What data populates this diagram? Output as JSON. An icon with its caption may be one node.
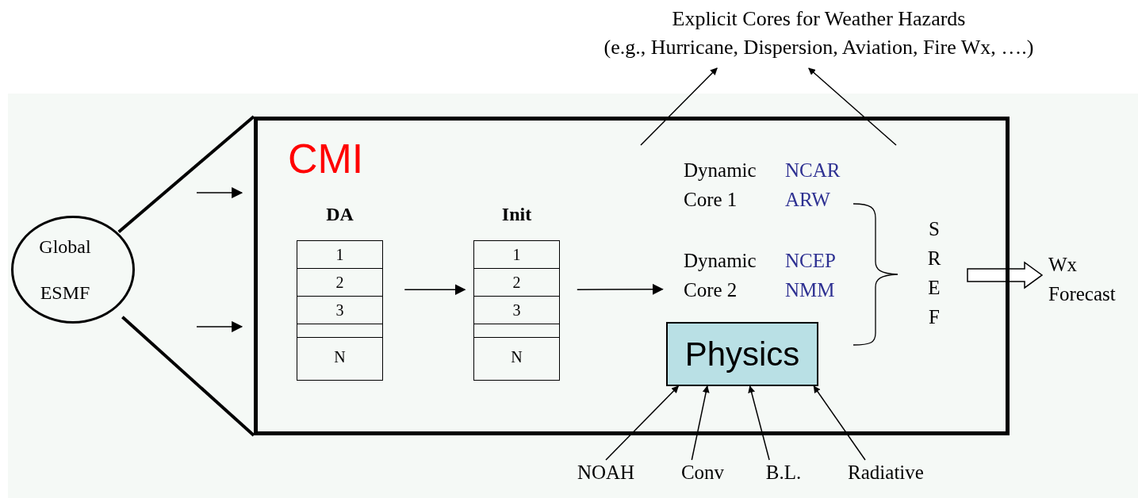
{
  "diagram": {
    "nodes": [
      {
        "text": [
          "Global",
          "ESMF"
        ]
      },
      {
        "text": [
          "CMI"
        ]
      },
      {
        "text": [
          "DA",
          "1",
          "2",
          "3",
          "N"
        ],
        "in": 1
      },
      {
        "text": [
          "Init",
          "1",
          "2",
          "3",
          "N"
        ],
        "in": 1
      },
      {
        "text": [
          "Dynamic Core 1",
          "NCAR ARW"
        ],
        "in": 1
      },
      {
        "text": [
          "Dynamic Core 2",
          "NCEP NMM"
        ],
        "in": 1
      },
      {
        "text": [
          "Physics"
        ],
        "in": 1
      },
      {
        "text": [
          "SREF"
        ],
        "in": 1
      },
      {
        "text": [
          "Wx Forecast"
        ]
      },
      {
        "text": [
          "Explicit Cores for Weather Hazards",
          "(e.g., Hurricane, Dispersion, Aviation, Fire Wx, ….)"
        ]
      },
      {
        "text": [
          "NOAH"
        ]
      },
      {
        "text": [
          "Conv"
        ]
      },
      {
        "text": [
          "B.L."
        ]
      },
      {
        "text": [
          "Radiative"
        ]
      }
    ],
    "edges": [
      {
        "from": 0,
        "to": 1,
        "arrow": "none",
        "style": "thick"
      },
      {
        "from": 0,
        "to": 1,
        "arrow": "none",
        "style": "thick"
      },
      {
        "from": null,
        "to": 1,
        "arrow": "to"
      },
      {
        "from": null,
        "to": 1,
        "arrow": "to"
      },
      {
        "from": 2,
        "to": 3,
        "arrow": "to"
      },
      {
        "from": 3,
        "to": 5,
        "arrow": "to"
      },
      {
        "from": 7,
        "to": 8,
        "arrow": "to",
        "style": "thick"
      },
      {
        "from": null,
        "to": 9,
        "arrow": "to"
      },
      {
        "from": null,
        "to": 9,
        "arrow": "to"
      },
      {
        "from": 10,
        "to": 6,
        "arrow": "to"
      },
      {
        "from": 11,
        "to": 6,
        "arrow": "to"
      },
      {
        "from": 12,
        "to": 6,
        "arrow": "to"
      },
      {
        "from": 13,
        "to": 6,
        "arrow": "to"
      }
    ]
  }
}
